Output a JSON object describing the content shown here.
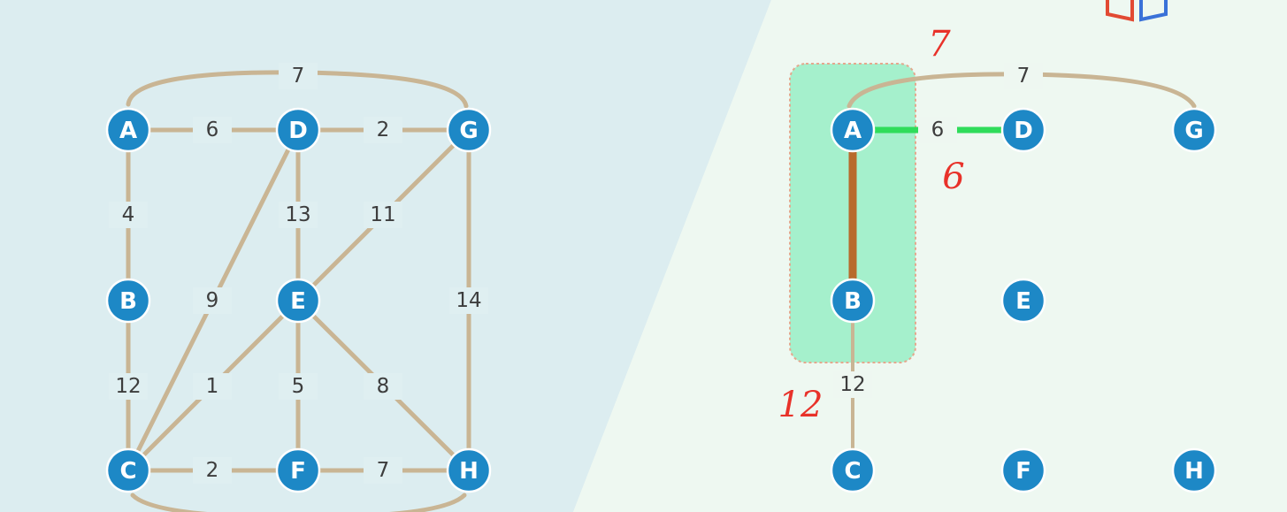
{
  "left_graph": {
    "nodes": [
      "A",
      "D",
      "G",
      "B",
      "E",
      "C",
      "F",
      "H"
    ],
    "edges": [
      {
        "from": "A",
        "to": "G",
        "weight": "7"
      },
      {
        "from": "A",
        "to": "D",
        "weight": "6"
      },
      {
        "from": "D",
        "to": "G",
        "weight": "2"
      },
      {
        "from": "A",
        "to": "B",
        "weight": "4"
      },
      {
        "from": "D",
        "to": "E",
        "weight": "13"
      },
      {
        "from": "G",
        "to": "E",
        "weight": "11"
      },
      {
        "from": "D",
        "to": "C",
        "weight": "9"
      },
      {
        "from": "G",
        "to": "H",
        "weight": "14"
      },
      {
        "from": "B",
        "to": "C",
        "weight": "12"
      },
      {
        "from": "E",
        "to": "C",
        "weight": "1"
      },
      {
        "from": "E",
        "to": "F",
        "weight": "5"
      },
      {
        "from": "E",
        "to": "H",
        "weight": "8"
      },
      {
        "from": "C",
        "to": "F",
        "weight": "2"
      },
      {
        "from": "F",
        "to": "H",
        "weight": "7"
      }
    ]
  },
  "right_graph": {
    "nodes": [
      "A",
      "D",
      "G",
      "B",
      "E",
      "C",
      "F",
      "H"
    ],
    "edges": [
      {
        "from": "A",
        "to": "G",
        "weight": "7",
        "state": "candidate"
      },
      {
        "from": "A",
        "to": "D",
        "weight": "6",
        "state": "selected"
      },
      {
        "from": "A",
        "to": "B",
        "weight": "",
        "state": "in-tree"
      },
      {
        "from": "B",
        "to": "C",
        "weight": "12",
        "state": "candidate"
      }
    ],
    "visited_group": [
      "A",
      "B"
    ],
    "annotations": [
      "7",
      "6",
      "12"
    ]
  },
  "colors": {
    "node": "#1d88c6",
    "edge": "#c9b594",
    "selected_edge": "#2fdc5a",
    "tree_edge": "#b86a2c",
    "group_fill": "#a5f0cc",
    "annotation": "#e8322a"
  }
}
